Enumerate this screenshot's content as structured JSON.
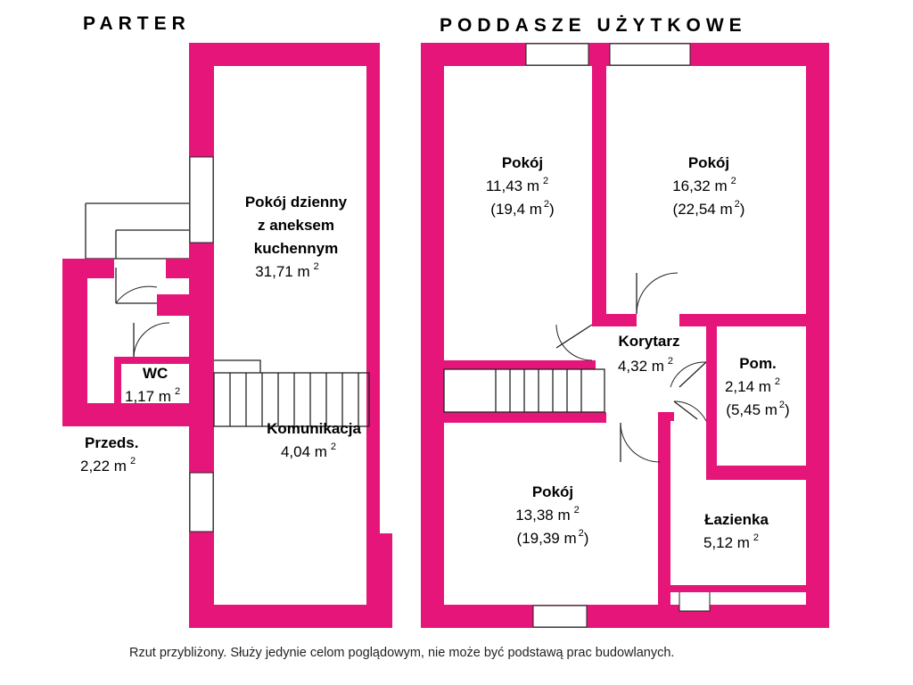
{
  "headings": {
    "ground_floor": "PARTER",
    "attic": "PODDASZE UŻYTKOWE"
  },
  "rooms": {
    "living": {
      "name_line1": "Pokój dzienny",
      "name_line2": "z aneksem",
      "name_line3": "kuchennym",
      "area": "31,71 m",
      "area_sup": "2"
    },
    "wc": {
      "name": "WC",
      "area": "1,17 m",
      "area_sup": "2"
    },
    "hall": {
      "name": "Przeds.",
      "area": "2,22 m",
      "area_sup": "2"
    },
    "communication": {
      "name": "Komunikacja",
      "area": "4,04 m",
      "area_sup": "2"
    },
    "attic_room1": {
      "name": "Pokój",
      "area": "11,43 m",
      "area_sup": "2",
      "total_prefix": "(19,4 m",
      "total_sup": "2",
      "total_suffix": ")"
    },
    "attic_room2": {
      "name": "Pokój",
      "area": "16,32 m",
      "area_sup": "2",
      "total_prefix": "(22,54 m",
      "total_sup": "2",
      "total_suffix": ")"
    },
    "corridor": {
      "name": "Korytarz",
      "area": "4,32 m",
      "area_sup": "2"
    },
    "storage": {
      "name": "Pom.",
      "area": "2,14 m",
      "area_sup": "2",
      "total_prefix": "(5,45 m",
      "total_sup": "2",
      "total_suffix": ")"
    },
    "attic_room3": {
      "name": "Pokój",
      "area": "13,38 m",
      "area_sup": "2",
      "total_prefix": "(19,39 m",
      "total_sup": "2",
      "total_suffix": ")"
    },
    "bathroom": {
      "name": "Łazienka",
      "area": "5,12 m",
      "area_sup": "2"
    }
  },
  "footer": {
    "disclaimer": "Rzut przybliżony. Służy jedynie celom poglądowym, nie może być podstawą prac budowlanych."
  },
  "colors": {
    "wall": "#e6157a",
    "background": "#ffffff",
    "line": "#222222"
  }
}
